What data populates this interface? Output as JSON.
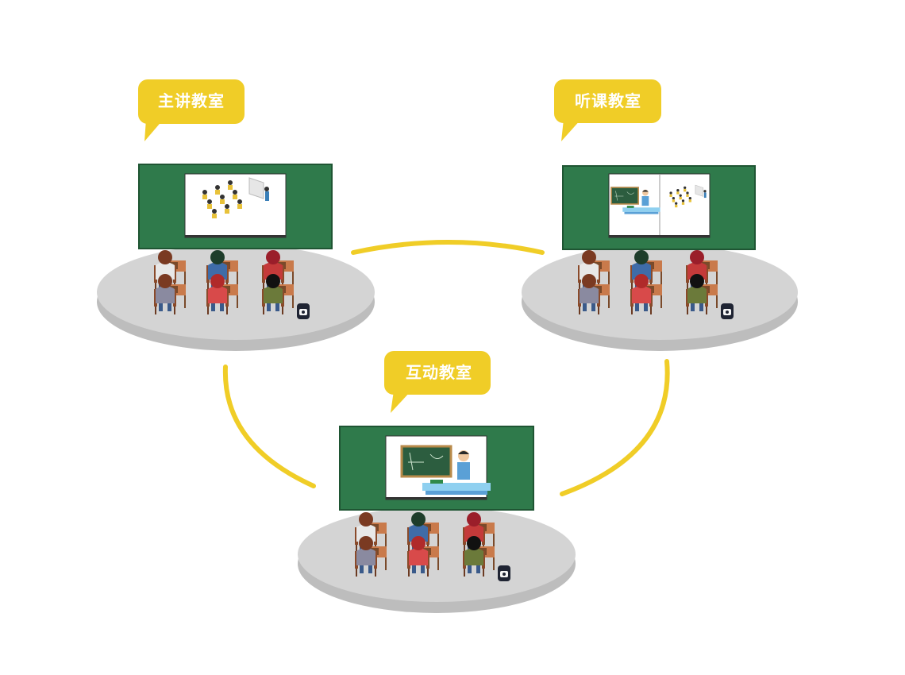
{
  "colors": {
    "bubble": "#f0cd27",
    "arc": "#f0cd27",
    "board": "#2f7a4b",
    "board_border": "#1f5533",
    "platform_top": "#d4d4d4",
    "platform_side": "#bdbdbd",
    "screen": "#ffffff"
  },
  "classrooms": {
    "main": {
      "label": "主讲教室",
      "screen": "students-view"
    },
    "listen": {
      "label": "听课教室",
      "screen": "split-view"
    },
    "interactive": {
      "label": "互动教室",
      "screen": "teacher-view"
    }
  },
  "icons": {
    "student": "student-icon",
    "desk": "desk-icon",
    "backpack": "backpack-icon",
    "teacher": "teacher-icon"
  }
}
